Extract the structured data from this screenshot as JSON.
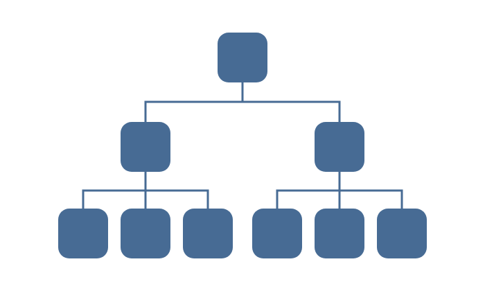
{
  "diagram": {
    "type": "tree",
    "colors": {
      "node": "#476b94",
      "connector": "#476b94",
      "background": "#ffffff"
    },
    "root": {
      "id": "root",
      "label": "",
      "children": [
        {
          "id": "left",
          "label": "",
          "children": [
            {
              "id": "left-1",
              "label": "",
              "children": []
            },
            {
              "id": "left-2",
              "label": "",
              "children": []
            },
            {
              "id": "left-3",
              "label": "",
              "children": []
            }
          ]
        },
        {
          "id": "right",
          "label": "",
          "children": [
            {
              "id": "right-1",
              "label": "",
              "children": []
            },
            {
              "id": "right-2",
              "label": "",
              "children": []
            },
            {
              "id": "right-3",
              "label": "",
              "children": []
            }
          ]
        }
      ]
    }
  }
}
